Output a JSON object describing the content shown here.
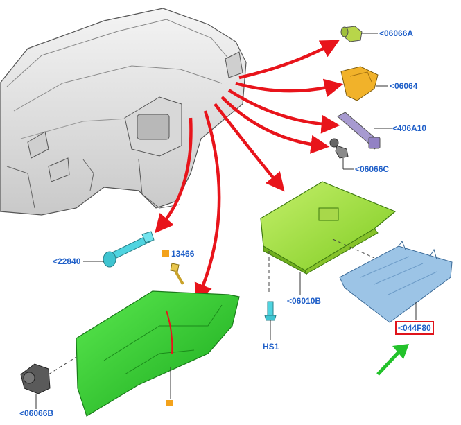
{
  "callouts": {
    "c06066A": "<06066A",
    "c06064": "<06064",
    "c406A10": "<406A10",
    "c06066C": "<06066C",
    "c22840": "<22840",
    "c13466": "13466",
    "c06010B": "<06010B",
    "cHS1": "HS1",
    "c044F80": "<044F80",
    "c06066B": "<06066B"
  },
  "colors": {
    "callout_text": "#1f5fc8",
    "red_arrow": "#e8141b",
    "green_arrow": "#22c22a",
    "highlight_box": "#e0141b",
    "glovebox_fill": "#2fd22f",
    "module_fill": "#9ee03a",
    "bracket_fill": "#9cc4e6",
    "part_marker": "#f3a21b"
  },
  "highlighted": "c044F80"
}
